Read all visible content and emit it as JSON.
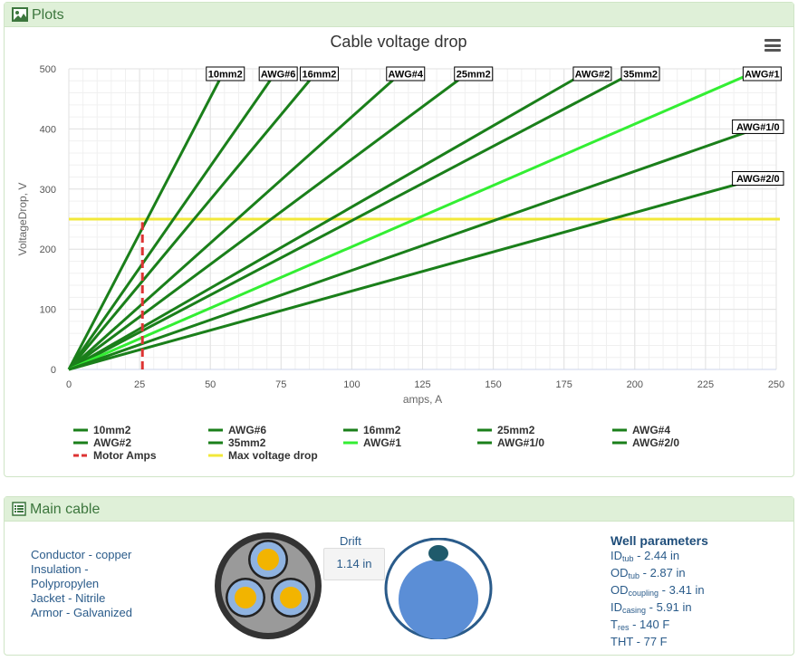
{
  "plots_panel": {
    "title": "Plots",
    "icon": "image-icon"
  },
  "chart_data": {
    "type": "line",
    "title": "Cable voltage drop",
    "xlabel": "amps, A",
    "ylabel": "VoltageDrop, V",
    "xlim": [
      0,
      250
    ],
    "ylim": [
      0,
      500
    ],
    "xticks": [
      0,
      25,
      50,
      75,
      100,
      125,
      150,
      175,
      200,
      225,
      250
    ],
    "yticks": [
      0,
      100,
      200,
      300,
      400,
      500
    ],
    "grid": true,
    "legend_position": "bottom",
    "series": [
      {
        "name": "10mm2",
        "color": "#1a7f1a",
        "x": [
          0,
          55.3
        ],
        "y": [
          0,
          500
        ],
        "label": "10mm2"
      },
      {
        "name": "AWG#6",
        "color": "#1a7f1a",
        "x": [
          0,
          74.0
        ],
        "y": [
          0,
          500
        ],
        "label": "AWG#6"
      },
      {
        "name": "16mm2",
        "color": "#1a7f1a",
        "x": [
          0,
          88.5
        ],
        "y": [
          0,
          500
        ],
        "label": "16mm2"
      },
      {
        "name": "25mm2",
        "color": "#1a7f1a",
        "x": [
          0,
          143.0
        ],
        "y": [
          0,
          500
        ],
        "label": "25mm2"
      },
      {
        "name": "AWG#4",
        "color": "#1a7f1a",
        "x": [
          0,
          119.0
        ],
        "y": [
          0,
          500
        ],
        "label": "AWG#4"
      },
      {
        "name": "AWG#2",
        "color": "#1a7f1a",
        "x": [
          0,
          185.0
        ],
        "y": [
          0,
          500
        ],
        "label": "AWG#2"
      },
      {
        "name": "35mm2",
        "color": "#1a7f1a",
        "x": [
          0,
          202.0
        ],
        "y": [
          0,
          500
        ],
        "label": "35mm2"
      },
      {
        "name": "AWG#1",
        "color": "#33ee33",
        "x": [
          0,
          245.0
        ],
        "y": [
          0,
          500
        ],
        "label": "AWG#1"
      },
      {
        "name": "AWG#1/0",
        "color": "#1a7f1a",
        "x": [
          0,
          250.0
        ],
        "y": [
          0,
          412
        ],
        "label": "AWG#1/0"
      },
      {
        "name": "AWG#2/0",
        "color": "#1a7f1a",
        "x": [
          0,
          250.0
        ],
        "y": [
          0,
          326
        ],
        "label": "AWG#2/0"
      }
    ],
    "motor_amps": {
      "name": "Motor Amps",
      "x": 26,
      "color": "#dd3333"
    },
    "max_voltage_drop": {
      "name": "Max voltage drop",
      "y": 250,
      "color": "#f2e83a"
    },
    "legend": [
      {
        "name": "10mm2",
        "color": "#1a7f1a"
      },
      {
        "name": "AWG#6",
        "color": "#1a7f1a"
      },
      {
        "name": "16mm2",
        "color": "#1a7f1a"
      },
      {
        "name": "25mm2",
        "color": "#1a7f1a"
      },
      {
        "name": "AWG#4",
        "color": "#1a7f1a"
      },
      {
        "name": "AWG#2",
        "color": "#1a7f1a"
      },
      {
        "name": "35mm2",
        "color": "#1a7f1a"
      },
      {
        "name": "AWG#1",
        "color": "#33ee33"
      },
      {
        "name": "AWG#1/0",
        "color": "#1a7f1a"
      },
      {
        "name": "AWG#2/0",
        "color": "#1a7f1a"
      },
      {
        "name": "Motor Amps",
        "color": "#dd3333"
      },
      {
        "name": "Max voltage drop",
        "color": "#f2e83a"
      }
    ]
  },
  "main_cable_panel": {
    "title": "Main cable",
    "icon": "list-icon",
    "conductor": "Conductor - copper",
    "insulation": "Insulation -",
    "insulation_value": "Polypropylen",
    "jacket": "Jacket - Nitrile",
    "armor": "Armor - Galvanized",
    "drift_label": "Drift",
    "drift_value": "1.14 in",
    "well_title": "Well parameters",
    "well_params": [
      {
        "prefix": "ID",
        "sub": "tub",
        "value": " - 2.44 in"
      },
      {
        "prefix": "OD",
        "sub": "tub",
        "value": " - 2.87 in"
      },
      {
        "prefix": "OD",
        "sub": "coupling",
        "value": " - 3.41 in"
      },
      {
        "prefix": "ID",
        "sub": "casing",
        "value": " - 5.91 in"
      },
      {
        "prefix": "T",
        "sub": "res",
        "value": " - 140 F"
      },
      {
        "prefix": "THT",
        "sub": "",
        "value": " - 77 F"
      }
    ]
  }
}
